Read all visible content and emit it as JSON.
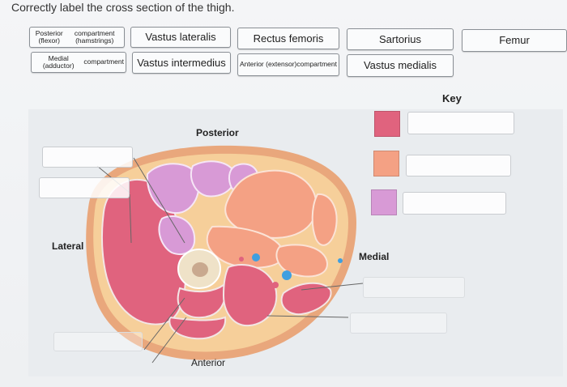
{
  "question": {
    "text": "Correctly label the cross section of the thigh."
  },
  "label_bank": {
    "row1": [
      {
        "lines": [
          "Posterior (flexor)",
          "compartment (hamstrings)"
        ],
        "small": true
      },
      {
        "lines": [
          "Vastus lateralis"
        ],
        "small": false
      },
      {
        "lines": [
          "Rectus femoris"
        ],
        "small": false
      },
      {
        "lines": [
          "Sartorius"
        ],
        "small": false
      },
      {
        "lines": [
          "Femur"
        ],
        "small": false
      }
    ],
    "row2": [
      {
        "lines": [
          "Medial (adductor)",
          "compartment"
        ],
        "small": true
      },
      {
        "lines": [
          "Vastus intermedius"
        ],
        "small": false
      },
      {
        "lines": [
          "Anterior (extensor)",
          "compartment"
        ],
        "small": true
      },
      {
        "lines": [
          "Vastus medialis"
        ],
        "small": false
      }
    ]
  },
  "key": {
    "title": "Key",
    "swatches": [
      {
        "color": "#e0637e",
        "name": "red-compartment-swatch"
      },
      {
        "color": "#f4a184",
        "name": "orange-compartment-swatch"
      },
      {
        "color": "#d89ad6",
        "name": "purple-compartment-swatch"
      }
    ]
  },
  "orientation": {
    "posterior": "Posterior",
    "anterior": "Anterior",
    "lateral": "Lateral",
    "medial": "Medial"
  },
  "colors": {
    "fat": "#f6cf9a",
    "skin": "#e9a77c",
    "red_muscle": "#e0637e",
    "orange_muscle": "#f4a184",
    "purple_muscle": "#d89ad6",
    "bone": "#efe2c8",
    "vessel_blue": "#3f9fe0"
  }
}
